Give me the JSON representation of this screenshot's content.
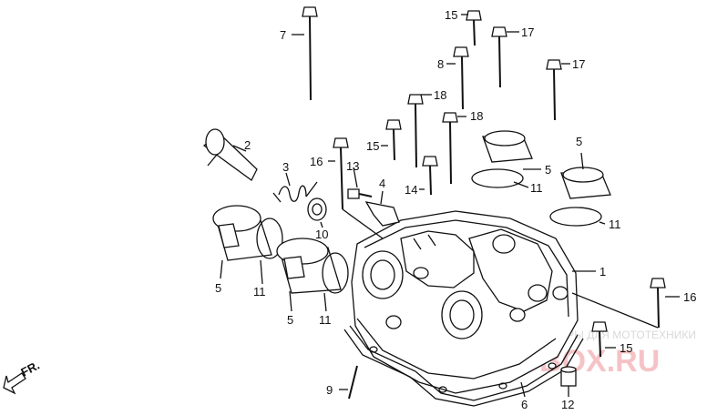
{
  "labels": {
    "l1": "1",
    "l2": "2",
    "l3": "3",
    "l4": "4",
    "l5a": "5",
    "l5b": "5",
    "l5c": "5",
    "l5d": "5",
    "l6": "6",
    "l7": "7",
    "l8": "8",
    "l9": "9",
    "l10": "10",
    "l11a": "11",
    "l11b": "11",
    "l11c": "11",
    "l11d": "11",
    "l12": "12",
    "l13": "13",
    "l14": "14",
    "l15a": "15",
    "l15b": "15",
    "l15c": "15",
    "l16a": "16",
    "l16b": "16",
    "l17a": "17",
    "l17b": "17",
    "l18a": "18",
    "l18b": "18"
  },
  "direction_label": "FR.",
  "watermark": {
    "tagline": "ЗАПЧАСТИ И АКСЕССУАРЫ ДЛЯ МОТОТЕХНИКИ",
    "brand": "PARTS-BOX.RU"
  }
}
